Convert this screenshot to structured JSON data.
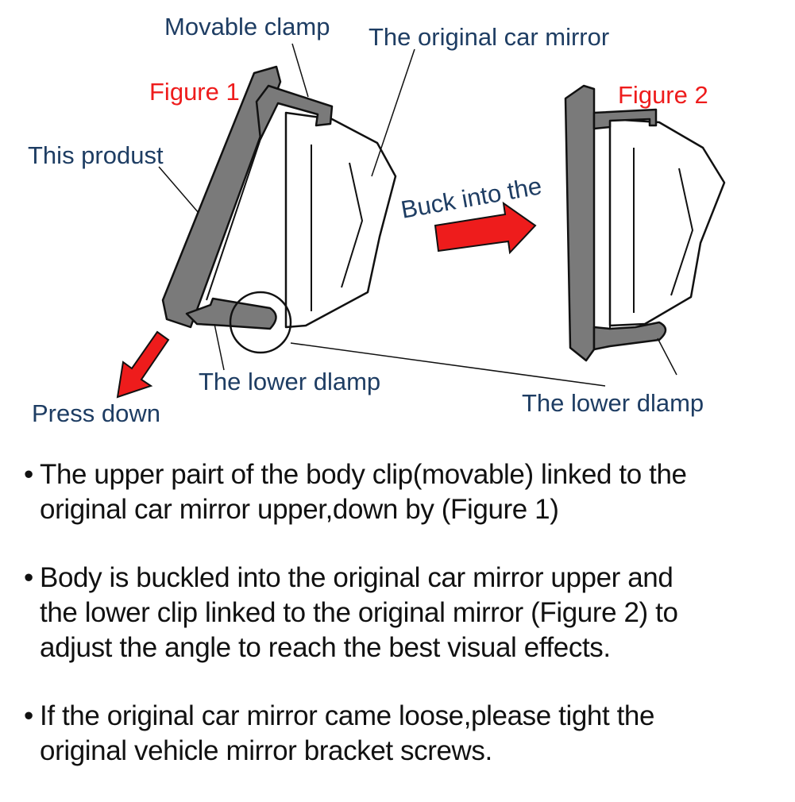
{
  "labels": {
    "movable_clamp": "Movable clamp",
    "original_mirror": "The original car mirror",
    "figure1": "Figure 1",
    "figure2": "Figure 2",
    "this_product": "This produst",
    "buck_into": "Buck into the",
    "lower_clamp_1": "The lower dlamp",
    "lower_clamp_2": "The lower dlamp",
    "press_down": "Press down"
  },
  "bullet_symbol": "•",
  "bullets": [
    {
      "line1": "The upper pairt of the body clip(movable) linked to the",
      "line2": "original car mirror upper,down by (Figure 1)"
    },
    {
      "line1": "Body is buckled into the original car mirror upper and",
      "line2": "the lower clip linked to the original mirror (Figure 2) to",
      "line3": "adjust the angle to reach the best visual effects."
    },
    {
      "line1": "If the original car mirror came loose,please tight the",
      "line2": "original vehicle mirror bracket screws."
    }
  ],
  "colors": {
    "label_text": "#1e3d63",
    "figure_text": "#ee1c1c",
    "arrow": "#ee1c1c",
    "product_gray": "#7a7a7a",
    "outline": "#111111"
  }
}
